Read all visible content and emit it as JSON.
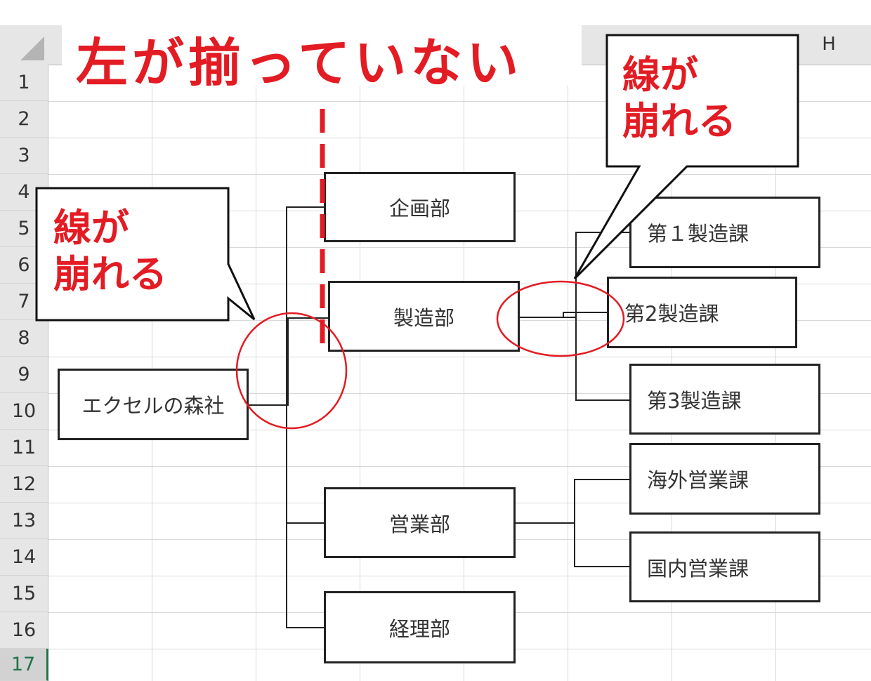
{
  "spreadsheet": {
    "column_header_visible": "H",
    "row_numbers": [
      "1",
      "2",
      "3",
      "4",
      "5",
      "6",
      "7",
      "8",
      "9",
      "10",
      "11",
      "12",
      "13",
      "14",
      "15",
      "16",
      "17"
    ],
    "selected_row": "17"
  },
  "annotation": {
    "title": "左が揃っていない",
    "callout_left": {
      "line1": "線が",
      "line2": "崩れる"
    },
    "callout_right": {
      "line1": "線が",
      "line2": "崩れる"
    },
    "accent_color": "#e31b23"
  },
  "org_chart": {
    "root": "エクセルの森社",
    "departments": {
      "kikaku": "企画部",
      "seizo": "製造部",
      "eigyo": "営業部",
      "keiri": "経理部"
    },
    "sections": {
      "seizo1": "第１製造課",
      "seizo2": "第2製造課",
      "seizo3": "第3製造課",
      "kaigai": "海外営業課",
      "kokunai": "国内営業課"
    }
  }
}
